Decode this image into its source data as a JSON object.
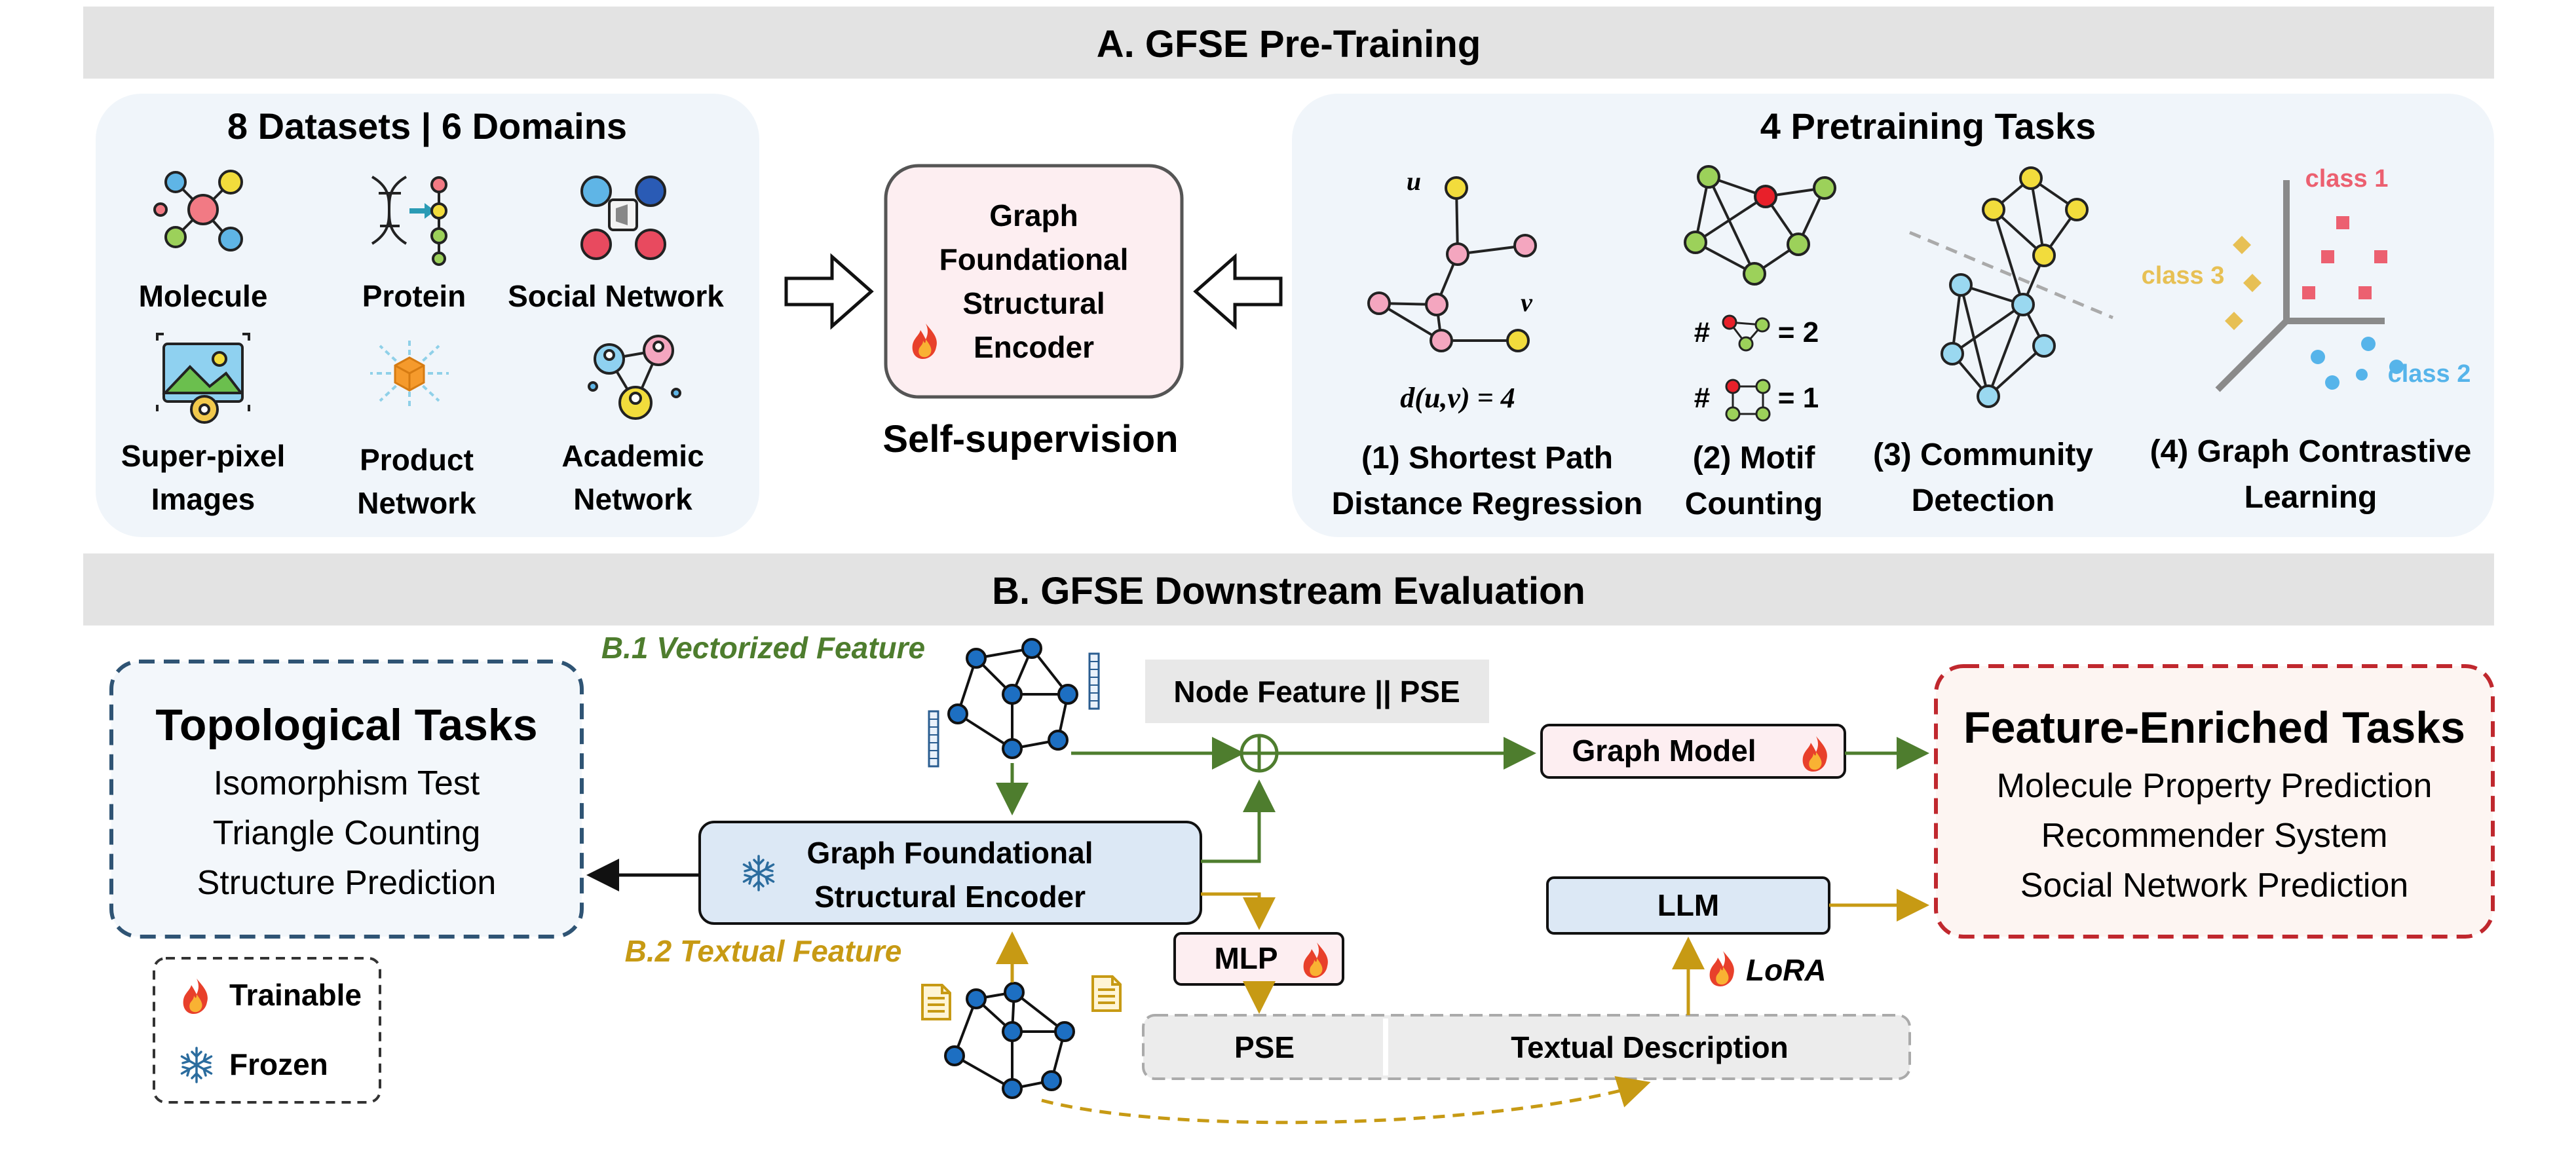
{
  "section_a": {
    "title": "A. GFSE Pre-Training"
  },
  "datasets": {
    "title": "8 Datasets | 6 Domains",
    "items": [
      {
        "label": "Molecule"
      },
      {
        "label": "Protein"
      },
      {
        "label": "Social Network"
      },
      {
        "label": "Super-pixel",
        "label2": "Images"
      },
      {
        "label": "Product",
        "label2": "Network"
      },
      {
        "label": "Academic",
        "label2": "Network"
      }
    ]
  },
  "encoder_top": {
    "line1": "Graph",
    "line2": "Foundational",
    "line3": "Structural",
    "line4": "Encoder"
  },
  "self_supervision": "Self-supervision",
  "tasks": {
    "title": "4 Pretraining Tasks",
    "spd": {
      "node_u": "u",
      "node_v": "v",
      "formula": "d(u,v) = 4",
      "label1": "(1) Shortest Path",
      "label2": "Distance Regression"
    },
    "motif": {
      "hash": "#",
      "count1": "= 2",
      "count2": "= 1",
      "label1": "(2) Motif",
      "label2": "Counting"
    },
    "community": {
      "label1": "(3) Community",
      "label2": "Detection"
    },
    "contrastive": {
      "class1": "class 1",
      "class2": "class 2",
      "class3": "class 3",
      "label1": "(4) Graph Contrastive",
      "label2": "Learning"
    }
  },
  "section_b": {
    "title": "B. GFSE Downstream Evaluation"
  },
  "vectorized": "B.1 Vectorized Feature",
  "textual": "B.2 Textual Feature",
  "node_feature_pse": "Node Feature || PSE",
  "graph_model": "Graph Model",
  "encoder_bottom": {
    "line1": "Graph Foundational",
    "line2": "Structural Encoder"
  },
  "mlp": "MLP",
  "llm": "LLM",
  "lora": "LoRA",
  "pse_box": "PSE",
  "textual_description": "Textual Description",
  "topological": {
    "title": "Topological Tasks",
    "items": [
      "Isomorphism Test",
      "Triangle Counting",
      "Structure Prediction"
    ]
  },
  "feature_enriched": {
    "title": "Feature-Enriched Tasks",
    "items": [
      "Molecule Property Prediction",
      "Recommender System",
      "Social Network Prediction"
    ]
  },
  "legend": {
    "trainable": "Trainable",
    "frozen": "Frozen"
  },
  "colors": {
    "green": "#4e7d2e",
    "gold": "#c79a14",
    "blue_box": "#dce8f5",
    "pink_box": "#fdeef1",
    "red_dashed": "#c0282e",
    "navy_dashed": "#2f5474",
    "band": "#e3e3e3",
    "node_blue": "#1d6fc2",
    "node_pink": "#f4a6bf",
    "node_yellow": "#f2dc3c",
    "node_green": "#9cd15a",
    "node_light_blue": "#9ad8f0",
    "class1": "#ec6070",
    "class2": "#56b4ea",
    "class3": "#e7c054"
  },
  "icons": [
    "molecule-icon",
    "dna-icon",
    "social-media-icon",
    "image-icon",
    "box-icon",
    "network-people-icon",
    "flame-icon",
    "snowflake-icon",
    "document-icon",
    "vector-icon"
  ]
}
